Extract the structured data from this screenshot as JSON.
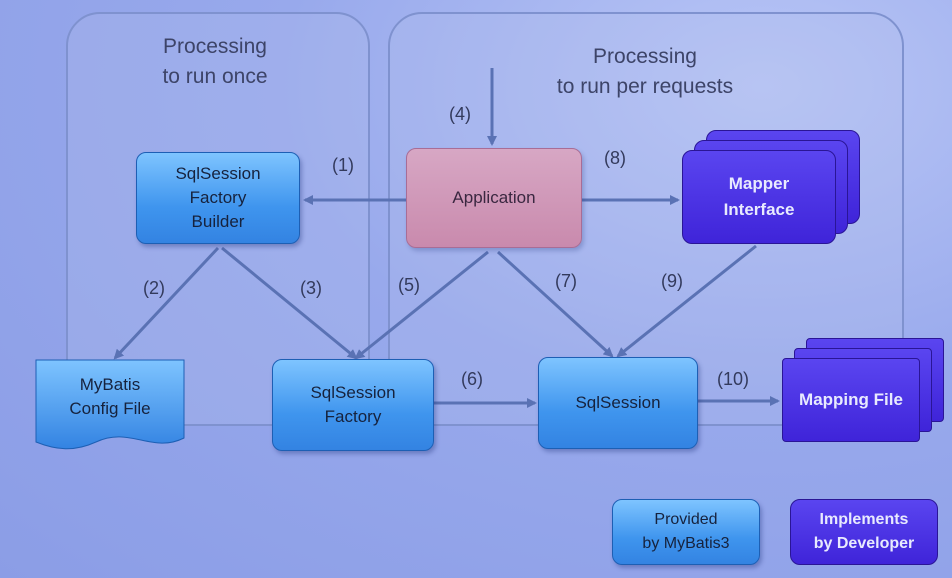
{
  "regions": {
    "once_title": "Processing\nto run once",
    "per_request_title": "Processing\nto run per requests"
  },
  "nodes": {
    "builder": "SqlSession\nFactory\nBuilder",
    "application": "Application",
    "mapper_interface": "Mapper\nInterface",
    "config_file": "MyBatis\nConfig File",
    "factory": "SqlSession\nFactory",
    "session": "SqlSession",
    "mapping_file": "Mapping File"
  },
  "steps": {
    "s1": "(1)",
    "s2": "(2)",
    "s3": "(3)",
    "s4": "(4)",
    "s5": "(5)",
    "s6": "(6)",
    "s7": "(7)",
    "s8": "(8)",
    "s9": "(9)",
    "s10": "(10)"
  },
  "legend": {
    "provided": "Provided\nby MyBatis3",
    "implements": "Implements\nby Developer"
  },
  "colors": {
    "provided_blue": "#3f95ee",
    "developer_purple": "#3f24d9",
    "application_pink": "#c98aad",
    "arrow": "#5a72b4"
  }
}
